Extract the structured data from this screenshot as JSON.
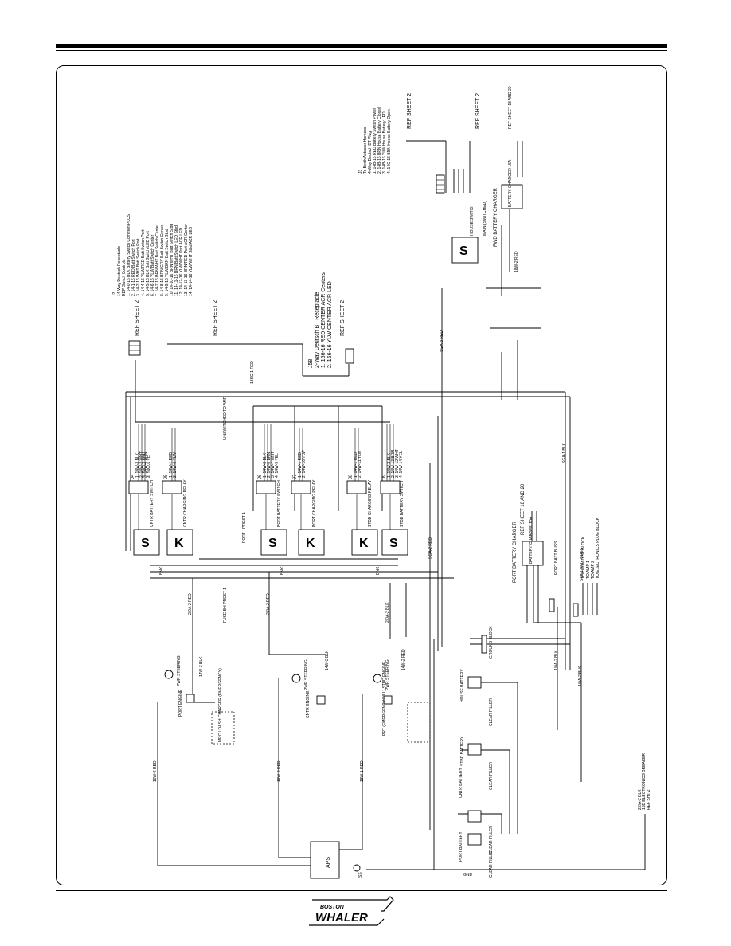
{
  "logo": {
    "line1": "BOSTON",
    "line2": "WHALER"
  },
  "switches": [
    {
      "name": "ctr-battery",
      "letter": "S",
      "label": "CNTR BATTERY SWITCH",
      "connector": "J4",
      "wires": [
        "1. 14W-3 BLK",
        "2. 14W-2 WHT",
        "3. 14W-4 BRN",
        "4. 14W-5 YEL"
      ]
    },
    {
      "name": "ctr-charging",
      "letter": "K",
      "label": "CNTR CHARGING RELAY",
      "connector": "J5",
      "wires": [
        "1. 14W-1 RED",
        "2. 14W-6 YLW"
      ]
    },
    {
      "name": "port-battery",
      "letter": "S",
      "label": "PORT BATTERY SWITCH",
      "connector": "J6",
      "wires": [
        "1. 14W-3 BLK",
        "2. 14W-8 BRN",
        "3. 14W-7 WHT",
        "4. 14W-9 YEL"
      ]
    },
    {
      "name": "port-charging",
      "letter": "K",
      "label": "PORT CHARGING RELAY",
      "connector": "J7",
      "wires": [
        "1. 14W-1 RED",
        "2. 14W-10 YLW"
      ]
    },
    {
      "name": "stbd-charging",
      "letter": "K",
      "label": "STBD CHARGING RELAY",
      "connector": "J8",
      "wires": [
        "1. 14W-1 RED",
        "2. 14W-11 YLW"
      ]
    },
    {
      "name": "stbd-battery",
      "letter": "S",
      "label": "STBD BATTERY SWITCH",
      "connector": "J9",
      "wires": [
        "1. 14W-3 BLK",
        "2. 14W-13 BRN",
        "3. 14W-12 WHT",
        "4. 14W-14 YEL"
      ]
    }
  ],
  "house_switch": {
    "letter": "S",
    "label": "HOUSE SWITCH",
    "caption": "MAIN (SWITCHED)"
  },
  "j2": {
    "title": "J2",
    "subtitle": "14-Way Deutsch Receptacle",
    "subtitle2": "RBP Switch Controls",
    "items": [
      "1. 14-0-16 BLK Battery Switch Common PLCS",
      "2. 14-1-16 RED Batt Switch Port",
      "3. 14-2-16 WHT Batt Switch Port",
      "4. 14-4-16 YLW/RED Batt Switch Port",
      "5. 14-5-16 BLK Batt Switch LED Port",
      "6. 14-6-16 YLW Batt Switch Center",
      "7. 14-7-16 BRN/WHT Batt Switch Center",
      "8. 14-8-16 BRN/GRY Batt Switch Center",
      "9. 14-9-16 YLW/BRN Batt Switch Stbd",
      "10. 14-10-16 BRN/WHT Batt Switch Stbd",
      "11. 14-11-16 BRN Batt Switch LED Stbd",
      "12. 14-12-16 YLW/WHT Port ACR LED",
      "13. 14-13-16 BRN/RED Port ACR Center",
      "14. 14-14-16 YLW/WHT Stbd ACR LED"
    ]
  },
  "j58": {
    "title": "J58",
    "subtitle": "2-Way Deutsch BT Receptacle",
    "items": [
      "1. 156-16 RED CENTER ACR Centers",
      "2. 156-16 YLW CENTER ACR LED"
    ]
  },
  "j3": {
    "title": "J3",
    "subtitle": "To Berth Actuator Harness",
    "subtitle2": "4-Way Deutsch BT Plug",
    "items": [
      "1. 14B-16 RED Battery Switch Power",
      "2. 14B-16 BRN House Battery Closed",
      "3. 14B-16 YLW House Battery LED",
      "4. 14C-16 BRN House Battery Open"
    ]
  },
  "refs": {
    "sheet2": "REF SHEET 2",
    "sheet18": "REF SHEET 18 AND 20",
    "sheet18b": "REF SHEET 18 AND 20",
    "stbd_breaker": "15B ELECTRONICS BREAKER",
    "stbd_breaker_ref": "REF SHT 2"
  },
  "chargers": [
    {
      "label": "PORT BATTERY CHARGER",
      "box": "BATTERY CHARGER 15A"
    },
    {
      "label": "FWD BATTERY CHARGER",
      "box": "BATTERY CHARGER 15A"
    }
  ],
  "batteries": [
    {
      "label": "PORT BATTERY",
      "disc": "CLEAR FILLER"
    },
    {
      "label": "CNTR BATTERY",
      "disc": "CLEAR FILLER"
    },
    {
      "label": "STBD BATTERY",
      "disc": "CLEAR FILLER"
    },
    {
      "label": "HOUSE BATTERY",
      "disc": "CLEAR FILLER"
    }
  ],
  "engines": [
    {
      "label": "PORT ENGINE",
      "steer": "PWR STEERING"
    },
    {
      "label": "CNTR ENGINE",
      "steer": "PWR STEERING"
    },
    {
      "label": "PRT (EMERGENCY FILL) STBD ENGINE",
      "steer": "PWR STEERING"
    }
  ],
  "bus": {
    "main": "STBD BATT BUSS",
    "port": "PORT BATT BUSS",
    "aps": "APS",
    "gnd": "GND",
    "ss": "SS",
    "gnd_block": "GROUND BLOCK",
    "dash_note": "MRC / DASH CHARGER (EMERGENCY)",
    "fuse1": "PORT - PREST 1",
    "fuse2": "FUSE BH-PREST 1",
    "unswitched": "UNSWITCHED TO AMP"
  },
  "dist": [
    "TO HELM DIST BLOCK",
    "TO AMP 1",
    "TO AMP 2",
    "TO ELECTRONICS PLUG BLOCK"
  ],
  "wire_labels": {
    "w1": "14W-3 BLK",
    "w2": "14W-2 RED",
    "w3": "18W-2 RED",
    "w4": "18W-1 RED",
    "w5": "2/0A-2 RED",
    "w6": "2/0A-2 BLK",
    "w7": "1/0A-2 BLK",
    "w8": "SGA-3 RED",
    "w9": "SGA-2 RED",
    "w10": "SGA-1 BLK",
    "w11": "BNK",
    "w12": "18SC-1 RED"
  }
}
